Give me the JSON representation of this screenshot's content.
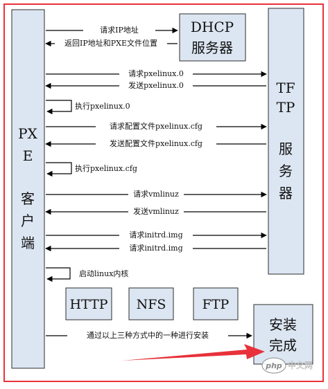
{
  "colors": {
    "frame": "#e8313a",
    "node_fill": "#dce6f2",
    "node_stroke": "#2b2b2b",
    "line": "#000000",
    "annotation_arrow": "#e8313a"
  },
  "nodes": {
    "client": [
      "PX",
      "E",
      "客",
      "户",
      "端"
    ],
    "dhcp": [
      "DHCP",
      "服务器"
    ],
    "tftp": [
      "TF",
      "TP",
      "服",
      "务",
      "器"
    ],
    "http": "HTTP",
    "nfs": "NFS",
    "ftp": "FTP",
    "done": [
      "安装",
      "完成"
    ]
  },
  "messages": [
    {
      "text": "请求IP地址",
      "kind": "right-to-dhcp"
    },
    {
      "text": "返回IP地址和PXE文件位置",
      "kind": "left-from-dhcp"
    },
    {
      "text": "请求pxelinux.0",
      "kind": "right-to-tftp"
    },
    {
      "text": "发送pxelinux.0",
      "kind": "left-from-tftp"
    },
    {
      "text": "执行pxelinux.0",
      "kind": "self"
    },
    {
      "text": "请求配置文件pxelinux.cfg",
      "kind": "right-to-tftp"
    },
    {
      "text": "发送配置文件pxelinux.cfg",
      "kind": "left-from-tftp"
    },
    {
      "text": "执行pxelinux.cfg",
      "kind": "self"
    },
    {
      "text": "请求vmlinuz",
      "kind": "right-to-tftp"
    },
    {
      "text": "发送vmlinuz",
      "kind": "left-from-tftp"
    },
    {
      "text": "请求initrd.img",
      "kind": "right-to-tftp"
    },
    {
      "text": "请求initrd.img",
      "kind": "left-from-tftp"
    },
    {
      "text": "启动linux内核",
      "kind": "self"
    },
    {
      "text": "通过以上三种方式中的一种进行安装",
      "kind": "right-to-done"
    }
  ],
  "watermark": {
    "logo_text": "php",
    "site_text": "中文网"
  }
}
